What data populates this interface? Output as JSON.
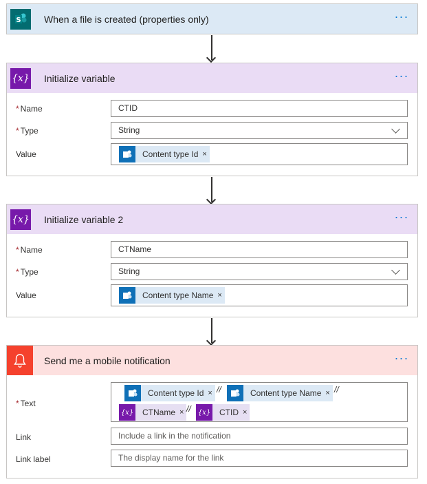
{
  "trigger": {
    "title": "When a file is created (properties only)",
    "more": "···"
  },
  "step1": {
    "title": "Initialize variable",
    "more": "···",
    "name_label": "Name",
    "name_value": "CTID",
    "type_label": "Type",
    "type_value": "String",
    "value_label": "Value",
    "value_token": "Content type Id",
    "token_remove": "×"
  },
  "step2": {
    "title": "Initialize variable 2",
    "more": "···",
    "name_label": "Name",
    "name_value": "CTName",
    "type_label": "Type",
    "type_value": "String",
    "value_label": "Value",
    "value_token": "Content type Name",
    "token_remove": "×"
  },
  "step3": {
    "title": "Send me a mobile notification",
    "more": "···",
    "text_label": "Text",
    "text_tokens": [
      "Content type Id",
      "Content type Name",
      "CTName",
      "CTID"
    ],
    "separator": "//",
    "token_remove": "×",
    "var_icon": "{x}",
    "link_label": "Link",
    "link_placeholder": "Include a link in the notification",
    "link_label_label": "Link label",
    "link_label_placeholder": "The display name for the link"
  },
  "required_marker": "*",
  "icons": {
    "trigger": "sharepoint-icon",
    "variable": "variable-icon",
    "notification": "bell-icon"
  },
  "colors": {
    "trigger_header": "#dce9f5",
    "sharepoint": "#036c70",
    "variable_header": "#eadcf5",
    "variable_icon": "#7719aa",
    "notification_header": "#fde0df",
    "notification_icon": "#f5412d",
    "accent": "#0078d4"
  }
}
